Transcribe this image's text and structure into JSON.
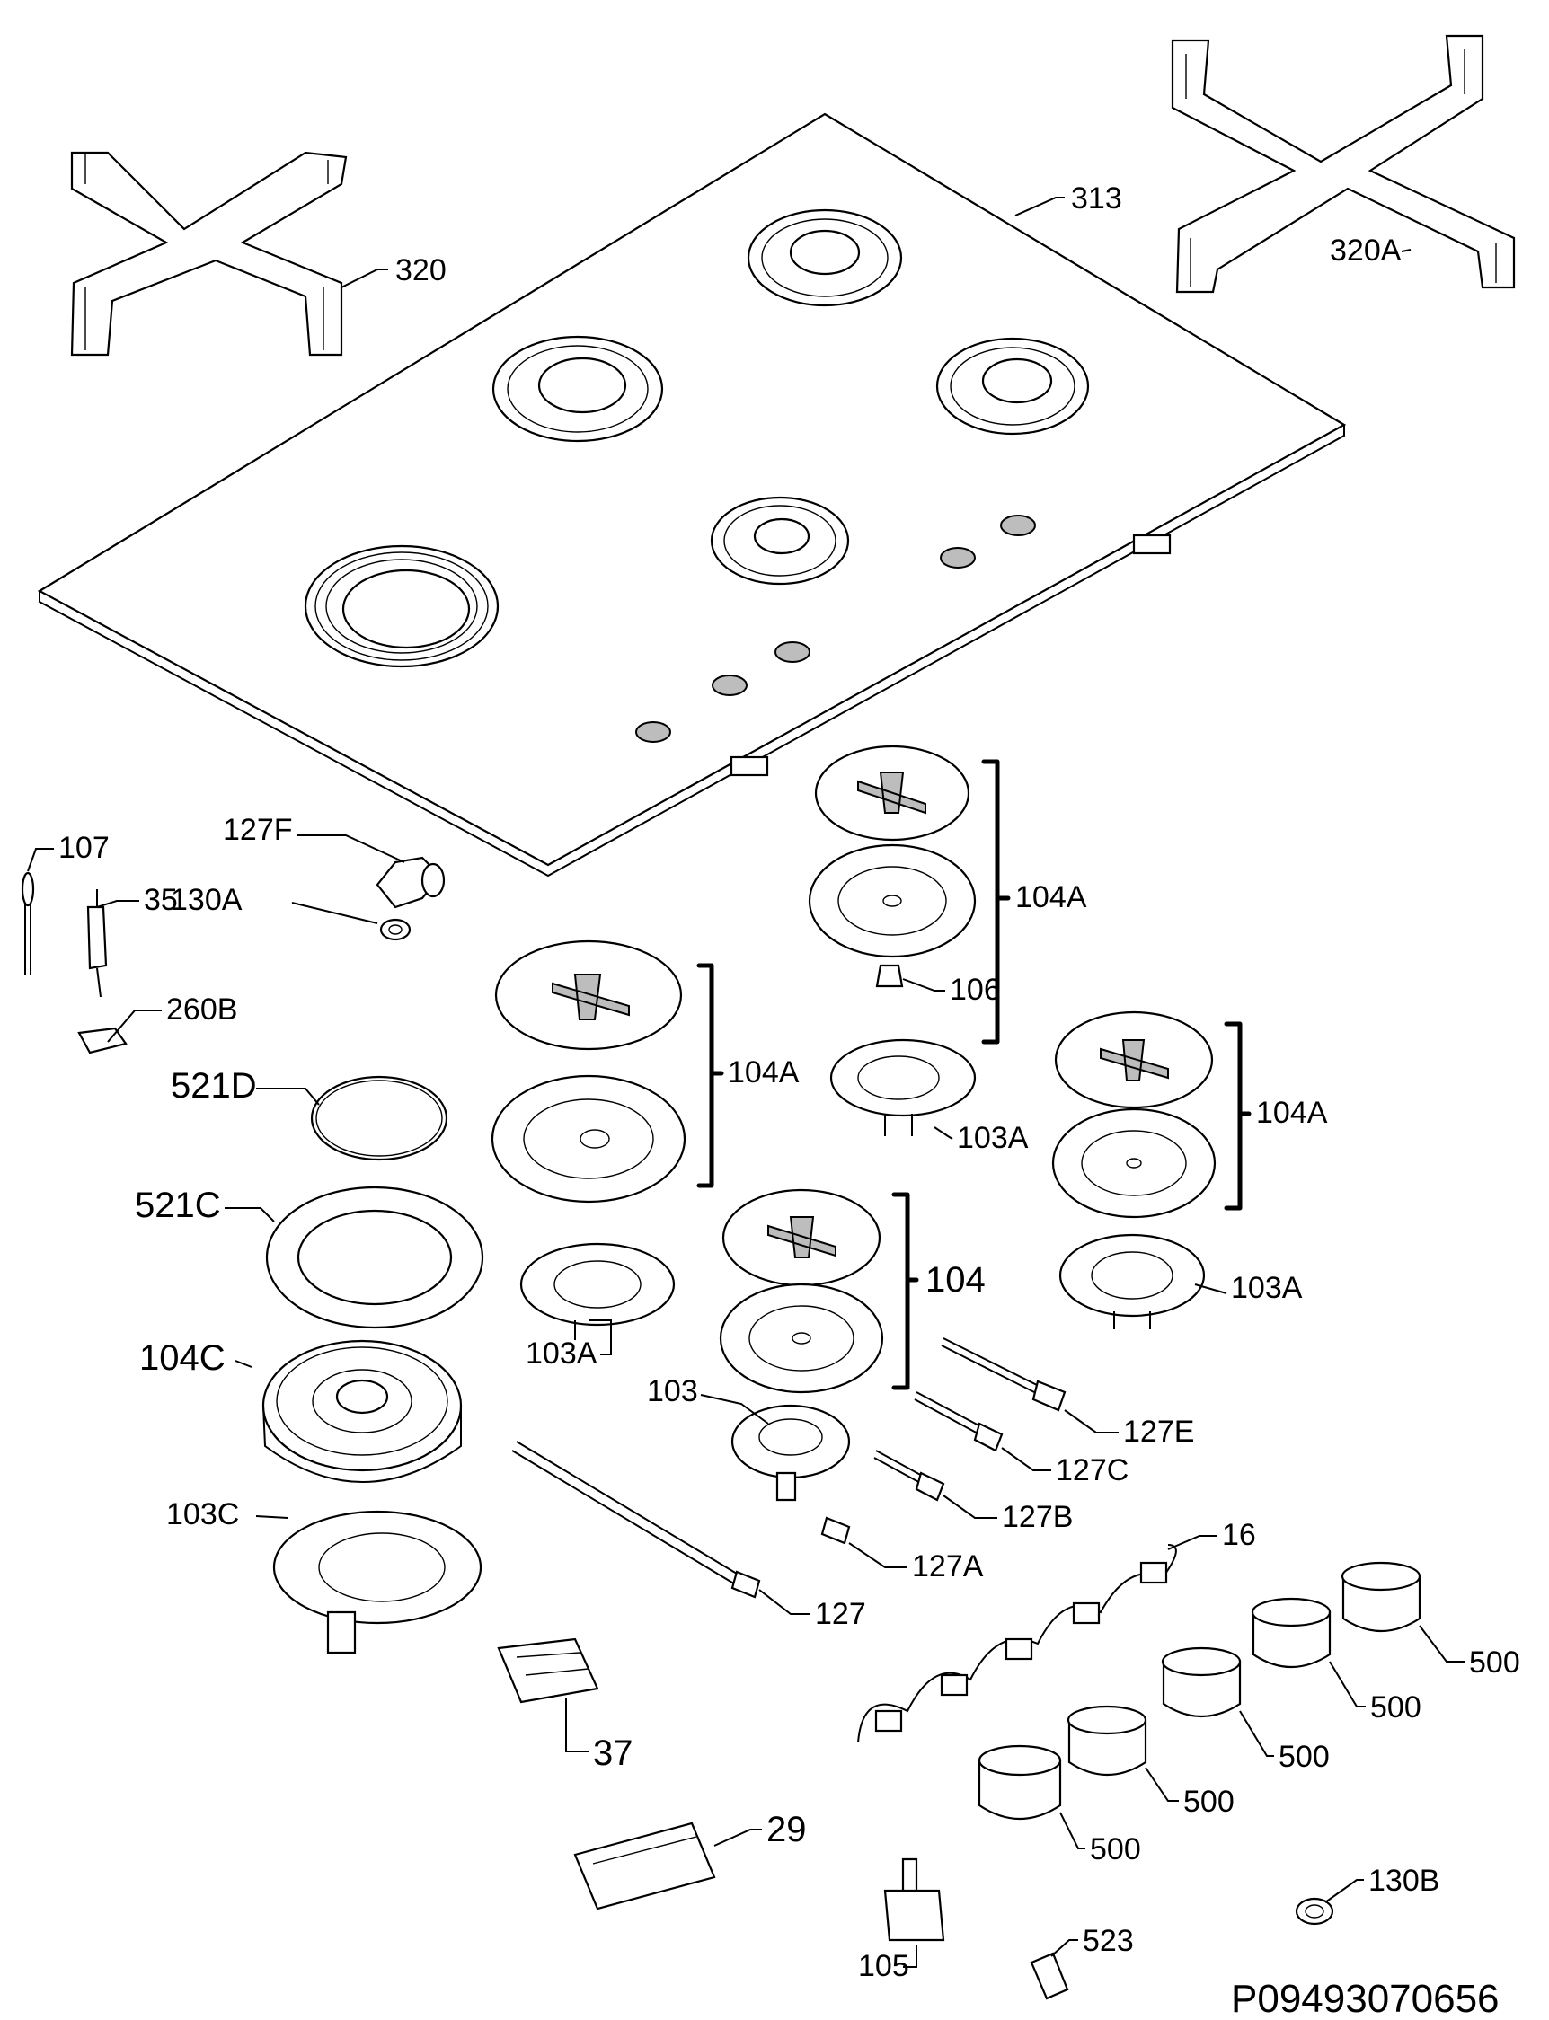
{
  "diagram": {
    "document_code": "P09493070656",
    "labels": {
      "l313": "313",
      "l320": "320",
      "l320A": "320A",
      "l107": "107",
      "l127F": "127F",
      "l35": "35",
      "l130A": "130A",
      "l260B": "260B",
      "l104A_top": "104A",
      "l106": "106",
      "l104A_left": "104A",
      "l103A_center": "103A",
      "l104A_right": "104A",
      "l521D": "521D",
      "l521C": "521C",
      "l104": "104",
      "l103A_left": "103A",
      "l103A_right": "103A",
      "l104C": "104C",
      "l103": "103",
      "l127E": "127E",
      "l127C": "127C",
      "l127B": "127B",
      "l103C": "103C",
      "l127A": "127A",
      "l16": "16",
      "l127": "127",
      "l500_1": "500",
      "l500_2": "500",
      "l500_3": "500",
      "l500_4": "500",
      "l500_5": "500",
      "l37": "37",
      "l29": "29",
      "l130B": "130B",
      "l105": "105",
      "l523": "523"
    }
  }
}
